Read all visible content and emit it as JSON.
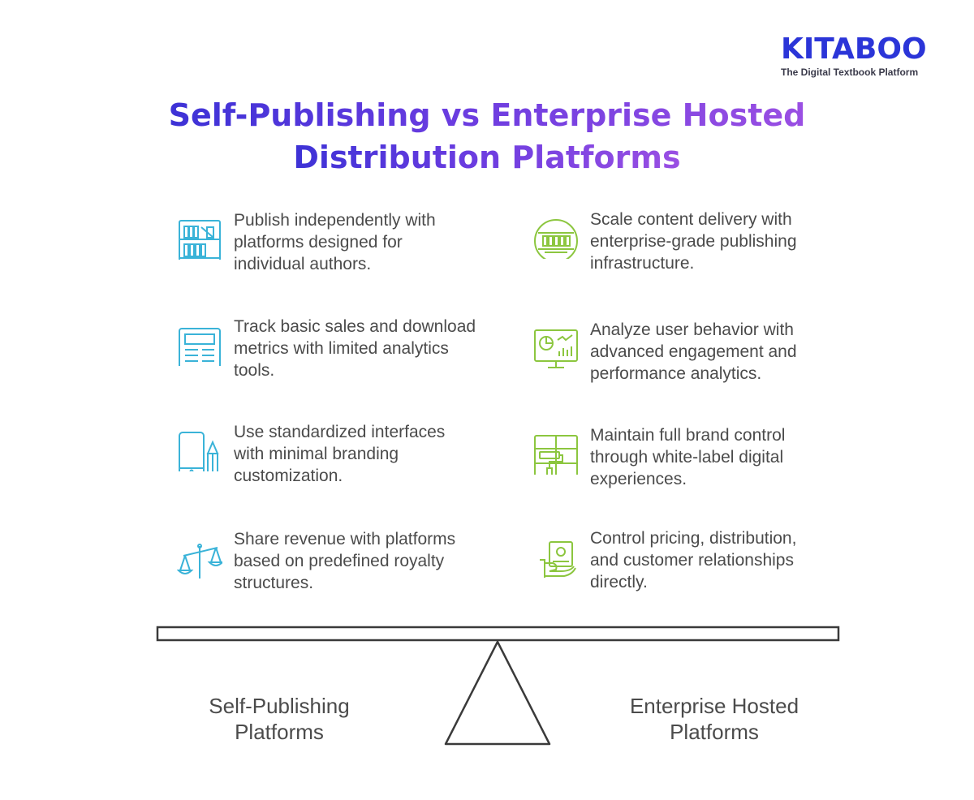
{
  "brand": {
    "name": "KITABOO",
    "tagline": "The Digital Textbook Platform"
  },
  "title": {
    "line1": "Self-Publishing vs Enterprise Hosted",
    "line2": "Distribution Platforms"
  },
  "left_items": [
    {
      "icon": "bookshelf-icon",
      "text": "Publish independently with platforms designed for individual authors."
    },
    {
      "icon": "document-layout-icon",
      "text": "Track basic sales and download metrics with limited analytics tools."
    },
    {
      "icon": "tablet-pencil-icon",
      "text": "Use standardized interfaces with minimal branding customization."
    },
    {
      "icon": "balance-scale-icon",
      "text": "Share revenue with platforms based on predefined royalty structures."
    }
  ],
  "right_items": [
    {
      "icon": "globe-shelves-icon",
      "text": "Scale content delivery with enterprise-grade publishing infrastructure."
    },
    {
      "icon": "analytics-monitor-icon",
      "text": "Analyze user behavior with advanced engagement and performance analytics."
    },
    {
      "icon": "paint-roller-brand-icon",
      "text": "Maintain full brand control through white-label digital experiences."
    },
    {
      "icon": "hand-money-icon",
      "text": "Control pricing, distribution, and customer relationships directly."
    }
  ],
  "labels": {
    "left": "Self-Publishing Platforms",
    "right": "Enterprise Hosted Platforms"
  },
  "colors": {
    "left_icon": "#3ab3d8",
    "right_icon": "#8cc63f",
    "title_start": "#3d32d6",
    "title_end": "#9a4fe3",
    "brand": "#2b35d8"
  }
}
